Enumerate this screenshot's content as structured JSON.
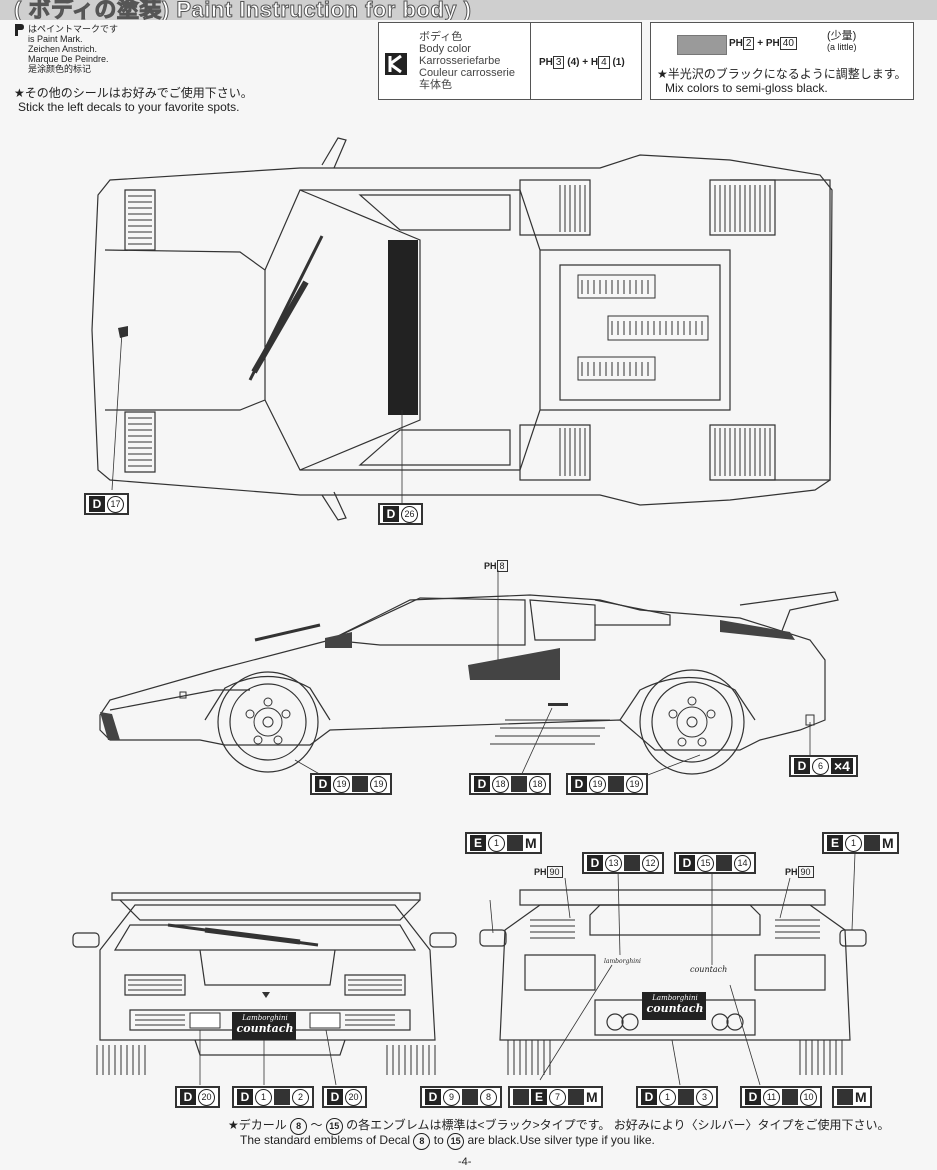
{
  "header": {
    "title": "( ボディの塗装) Paint Instruction for body )"
  },
  "legend": {
    "paint_mark": {
      "icon": "paint-mark-icon",
      "lines": [
        "はペイントマークです",
        "is Paint Mark.",
        "Zeichen Anstrich.",
        "Marque De Peindre.",
        "是涂颜色的标记"
      ]
    },
    "other_decals": {
      "jp": "★その他のシールはお好みでご使用下さい。",
      "en": "Stick the left decals to your favorite spots."
    }
  },
  "body_color_box": {
    "lines": [
      "ボディ色",
      "Body color",
      "Karrosseriefarbe",
      "Couleur carrosserie",
      "车体色"
    ],
    "mix": "PH3 (4) + H4 (1)",
    "mix_parts": {
      "a_prefix": "PH",
      "a_num": "3",
      "a_ratio": "(4)",
      "b_prefix": "H",
      "b_num": "4",
      "b_ratio": "(1)"
    }
  },
  "black_mix_box": {
    "swatch_color": "#9a9a9a",
    "a_prefix": "PH",
    "a_num": "2",
    "plus": "+",
    "b_prefix": "PH",
    "b_num": "40",
    "little_jp": "(少量)",
    "little_en": "(a little)",
    "jp": "★半光沢のブラックになるように調整します。",
    "en": "Mix colors to semi-gloss black."
  },
  "callouts": {
    "top_d17": {
      "letter": "D",
      "num": "17"
    },
    "top_d26": {
      "letter": "D",
      "num": "26"
    },
    "side_ph8": {
      "prefix": "PH",
      "num": "8"
    },
    "side_d19a": {
      "letter": "D",
      "num": "19",
      "num2": "19"
    },
    "side_d18": {
      "letter": "D",
      "num": "18",
      "num2": "18"
    },
    "side_d19b": {
      "letter": "D",
      "num": "19",
      "num2": "19"
    },
    "side_d6": {
      "letter": "D",
      "num": "6",
      "times": "×4"
    },
    "front_e1_left": {
      "letter": "E",
      "num": "1",
      "m": "M"
    },
    "rear_d13": {
      "letter": "D",
      "num": "13",
      "num2": "12"
    },
    "rear_d15": {
      "letter": "D",
      "num": "15",
      "num2": "14"
    },
    "rear_e1_right": {
      "letter": "E",
      "num": "1",
      "m": "M"
    },
    "rear_ph90_left": {
      "prefix": "PH",
      "num": "90"
    },
    "rear_ph90_right": {
      "prefix": "PH",
      "num": "90"
    },
    "front_d20_left": {
      "letter": "D",
      "num": "20"
    },
    "front_d1": {
      "letter": "D",
      "num": "1",
      "num2": "2"
    },
    "front_d20_right": {
      "letter": "D",
      "num": "20"
    },
    "rear_d9": {
      "letter": "D",
      "num": "9",
      "num2": "8"
    },
    "rear_e7": {
      "letter": "E",
      "num": "7",
      "m": "M"
    },
    "rear_d1": {
      "letter": "D",
      "num": "1",
      "num2": "3"
    },
    "rear_d11": {
      "letter": "D",
      "num": "11",
      "num2": "10"
    },
    "rear_m": {
      "m": "M"
    }
  },
  "badges": {
    "front_plate_brand": "Lamborghini",
    "front_plate_model": "countach",
    "rear_plate_brand": "Lamborghini",
    "rear_plate_model": "countach",
    "rear_small_brand": "lamborghini",
    "rear_small_model": "countach"
  },
  "footer": {
    "jp_prefix": "★デカール",
    "jp_from": "8",
    "jp_tilde": "〜",
    "jp_to": "15",
    "jp_rest": "の各エンブレムは標準は<ブラック>タイプです。 お好みにより〈シルバー〉タイプをご使用下さい。",
    "en_prefix": "The standard emblems of Decal",
    "en_to": "to",
    "en_rest": "are black.Use silver type if you like.",
    "page_number": "-4-"
  }
}
